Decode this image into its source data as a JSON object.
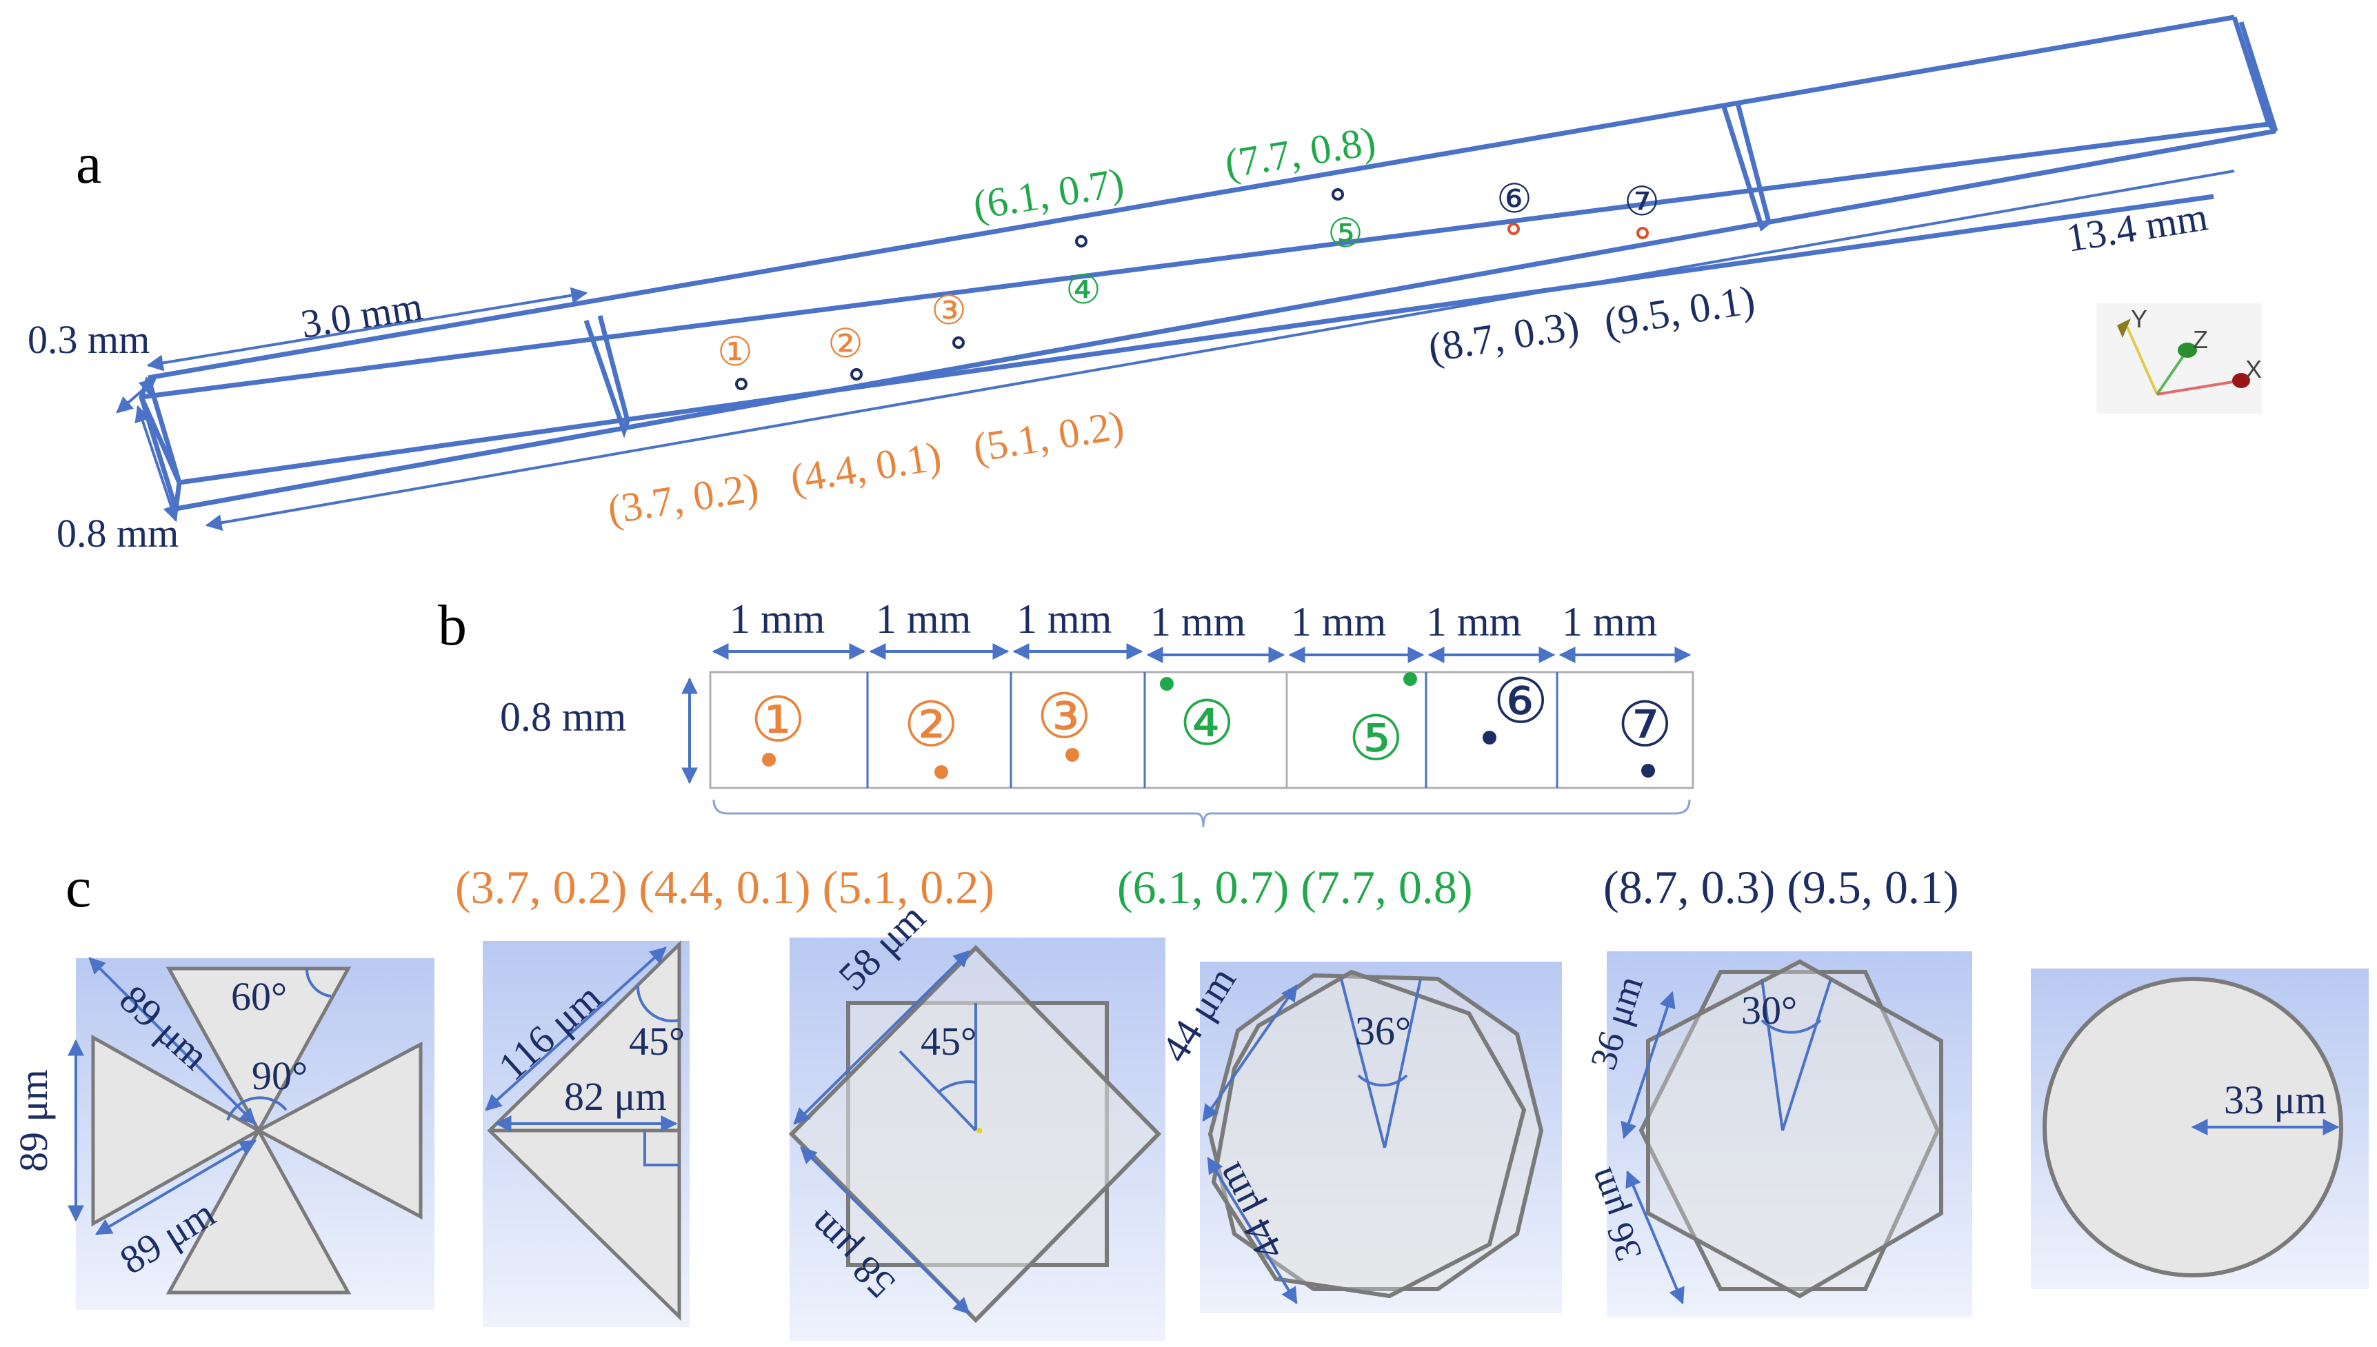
{
  "colors": {
    "outline": "#4a72c7",
    "dark_navy": "#1b2d63",
    "orange": "#e8843c",
    "green": "#21a84a",
    "shape_fill": "#e6e6e6",
    "shape_stroke": "#7a7a7a",
    "panel_bg_top": "#b9c9f2",
    "panel_bg_bottom": "#eef2fc"
  },
  "panel_a": {
    "letter": "a",
    "dims": {
      "width": "0.3 mm",
      "height": "0.8 mm",
      "section": "3.0 mm",
      "length": "13.4 mm"
    },
    "markers": [
      {
        "num": "①",
        "coord": "(3.7, 0.2)",
        "group": "orange"
      },
      {
        "num": "②",
        "coord": "(4.4, 0.1)",
        "group": "orange"
      },
      {
        "num": "③",
        "coord": "(5.1, 0.2)",
        "group": "orange"
      },
      {
        "num": "④",
        "coord": "(6.1, 0.7)",
        "group": "green"
      },
      {
        "num": "⑤",
        "coord": "(7.7, 0.8)",
        "group": "green"
      },
      {
        "num": "⑥",
        "coord": "(8.7, 0.3)",
        "group": "dark"
      },
      {
        "num": "⑦",
        "coord": "(9.5, 0.1)",
        "group": "dark"
      }
    ],
    "axes": {
      "y": "Y",
      "z": "Z",
      "x": "X"
    }
  },
  "panel_b": {
    "letter": "b",
    "height_label": "0.8 mm",
    "cell_labels": [
      "1 mm",
      "1 mm",
      "1 mm",
      "1 mm",
      "1 mm",
      "1 mm",
      "1 mm"
    ],
    "cells": [
      {
        "num": "①",
        "group": "orange"
      },
      {
        "num": "②",
        "group": "orange"
      },
      {
        "num": "③",
        "group": "orange"
      },
      {
        "num": "④",
        "group": "green"
      },
      {
        "num": "⑤",
        "group": "green"
      },
      {
        "num": "⑥",
        "group": "dark"
      },
      {
        "num": "⑦",
        "group": "dark"
      }
    ]
  },
  "panel_c": {
    "letter": "c",
    "coord_groups": [
      {
        "text": "(3.7, 0.2) (4.4, 0.1) (5.1, 0.2)",
        "group": "orange"
      },
      {
        "text": "(6.1, 0.7) (7.7, 0.8)",
        "group": "green"
      },
      {
        "text": "(8.7, 0.3) (9.5, 0.1)",
        "group": "dark"
      }
    ],
    "shapes": [
      {
        "name": "bowtie",
        "labels": {
          "side": "89 μm",
          "height": "89 μm",
          "lower": "89 μm",
          "tip_angle": "60°",
          "center_angle": "90°"
        }
      },
      {
        "name": "right-triangle",
        "labels": {
          "hyp": "116 μm",
          "leg": "82 μm",
          "angle": "45°"
        }
      },
      {
        "name": "octagram-4",
        "labels": {
          "upper": "58 μm",
          "lower": "58 μm",
          "angle": "45°"
        }
      },
      {
        "name": "decagram-5",
        "labels": {
          "upper": "44 μm",
          "lower": "44 μm",
          "angle": "36°"
        }
      },
      {
        "name": "dodecagram-6",
        "labels": {
          "upper": "36 μm",
          "lower": "36 μm",
          "angle": "30°"
        }
      },
      {
        "name": "circle",
        "labels": {
          "radius": "33 μm"
        }
      }
    ]
  }
}
